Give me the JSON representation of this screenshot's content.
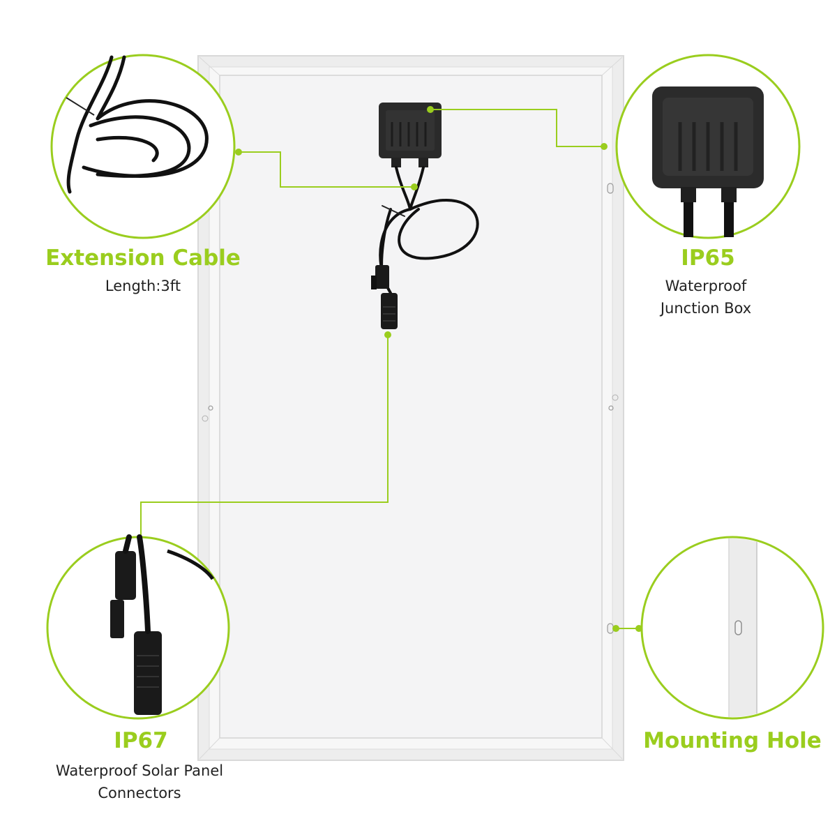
{
  "colors": {
    "accent": "#9acd1e",
    "frame": "#e6e6e6",
    "panel_back": "#f4f4f5",
    "cable": "#111111"
  },
  "callouts": [
    {
      "id": "extension-cable",
      "title": "Extension Cable",
      "lines": [
        "Length:3ft"
      ]
    },
    {
      "id": "ip65",
      "title": "IP65",
      "lines": [
        "Waterproof",
        "Junction Box"
      ]
    },
    {
      "id": "ip67",
      "title": "IP67",
      "lines": [
        "Waterproof Solar Panel",
        "Connectors"
      ]
    },
    {
      "id": "mounting-hole",
      "title": "Mounting Hole",
      "lines": []
    }
  ]
}
